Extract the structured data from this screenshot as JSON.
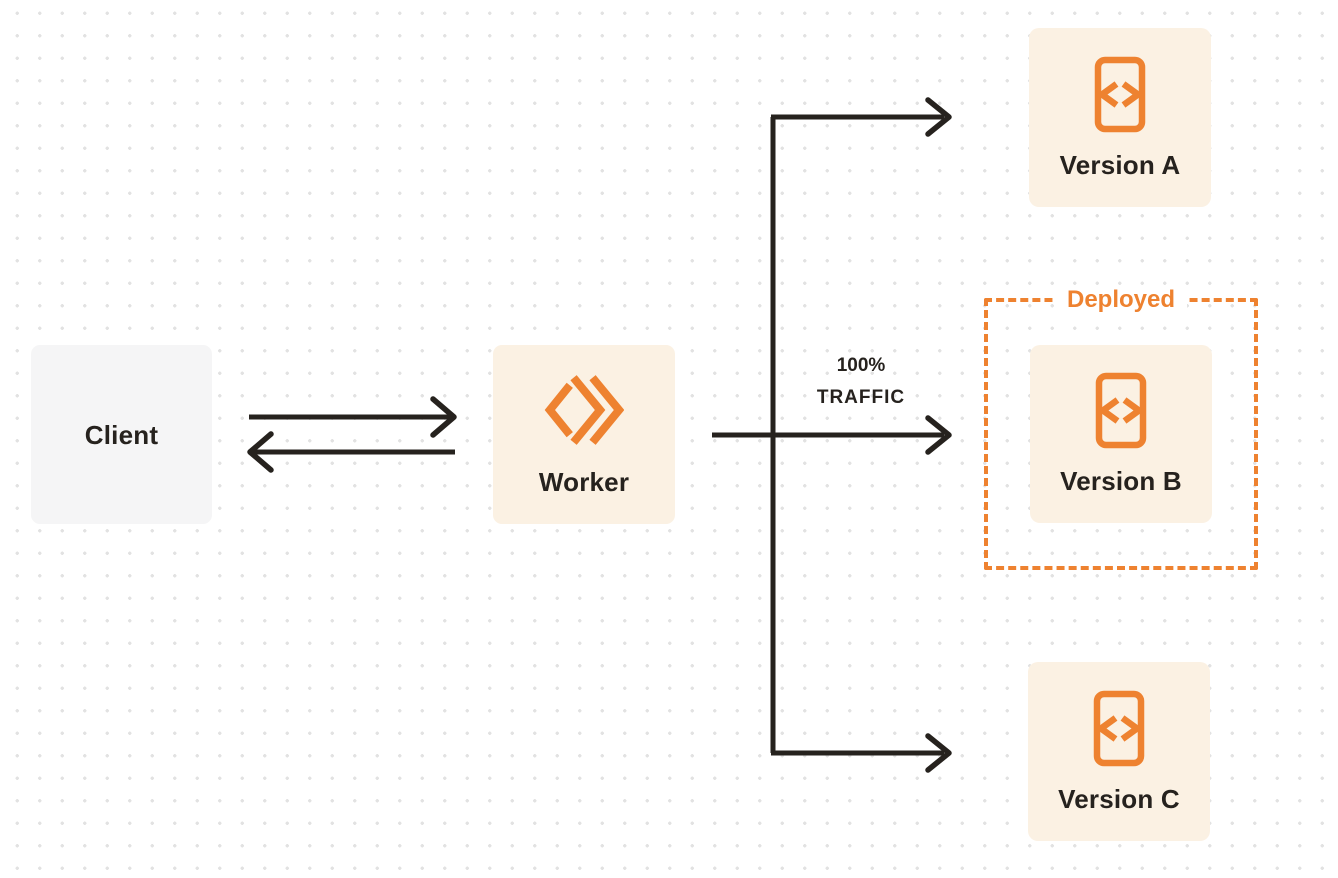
{
  "diagram": {
    "nodes": {
      "client": {
        "label": "Client"
      },
      "worker": {
        "label": "Worker",
        "icon": "workers-logo-icon"
      },
      "version_a": {
        "label": "Version A",
        "icon": "code-file-icon"
      },
      "version_b": {
        "label": "Version B",
        "icon": "code-file-icon"
      },
      "version_c": {
        "label": "Version C",
        "icon": "code-file-icon"
      }
    },
    "deployed_badge": {
      "label": "Deployed",
      "style": "dashed-outline",
      "encloses": "version_b"
    },
    "traffic_label": {
      "line1": "100%",
      "line2": "TRAFFIC"
    },
    "edges": [
      {
        "from": "client",
        "to": "worker",
        "direction": "bidirectional"
      },
      {
        "from": "worker",
        "to": "version_a",
        "direction": "forward"
      },
      {
        "from": "worker",
        "to": "version_b",
        "direction": "forward",
        "label": "100% TRAFFIC"
      },
      {
        "from": "worker",
        "to": "version_c",
        "direction": "forward"
      }
    ],
    "colors": {
      "accent_orange": "#EE8230",
      "node_cream": "#FBF1E3",
      "client_gray": "#F5F5F6",
      "ink": "#26221E",
      "dot_grid": "#E2E2E2",
      "background": "#FFFFFF"
    }
  }
}
